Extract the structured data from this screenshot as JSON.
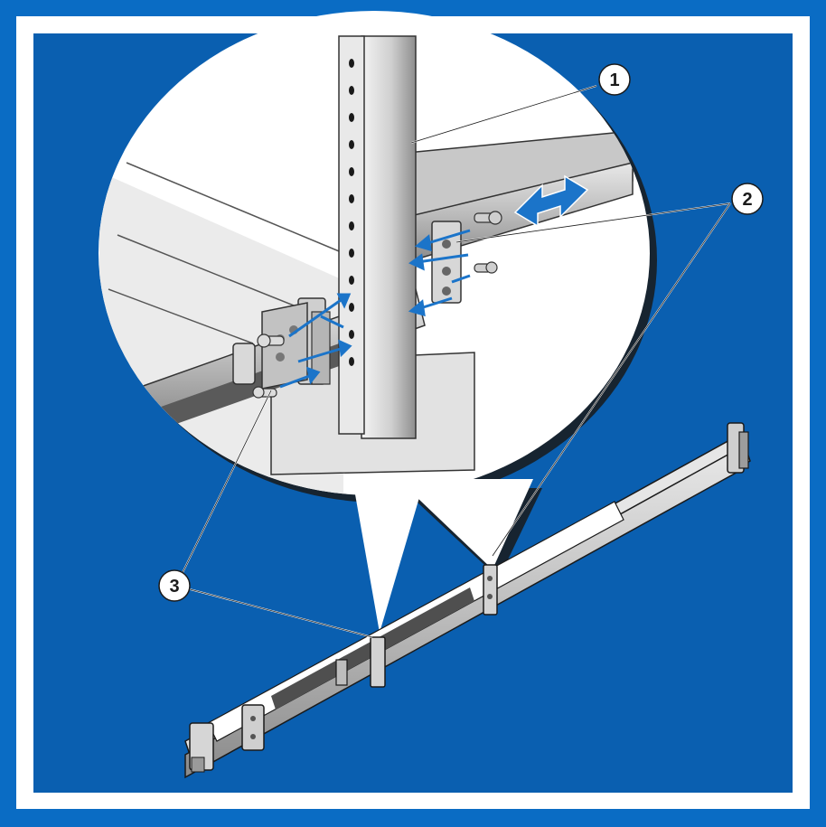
{
  "callouts": [
    {
      "id": "1",
      "label": "1"
    },
    {
      "id": "2",
      "label": "2"
    },
    {
      "id": "3",
      "label": "3"
    }
  ],
  "colors": {
    "frame": "#0a6cc4",
    "panel": "#0a5fb0",
    "callout_fill": "#ffffff",
    "arrow": "#1b74c9"
  }
}
